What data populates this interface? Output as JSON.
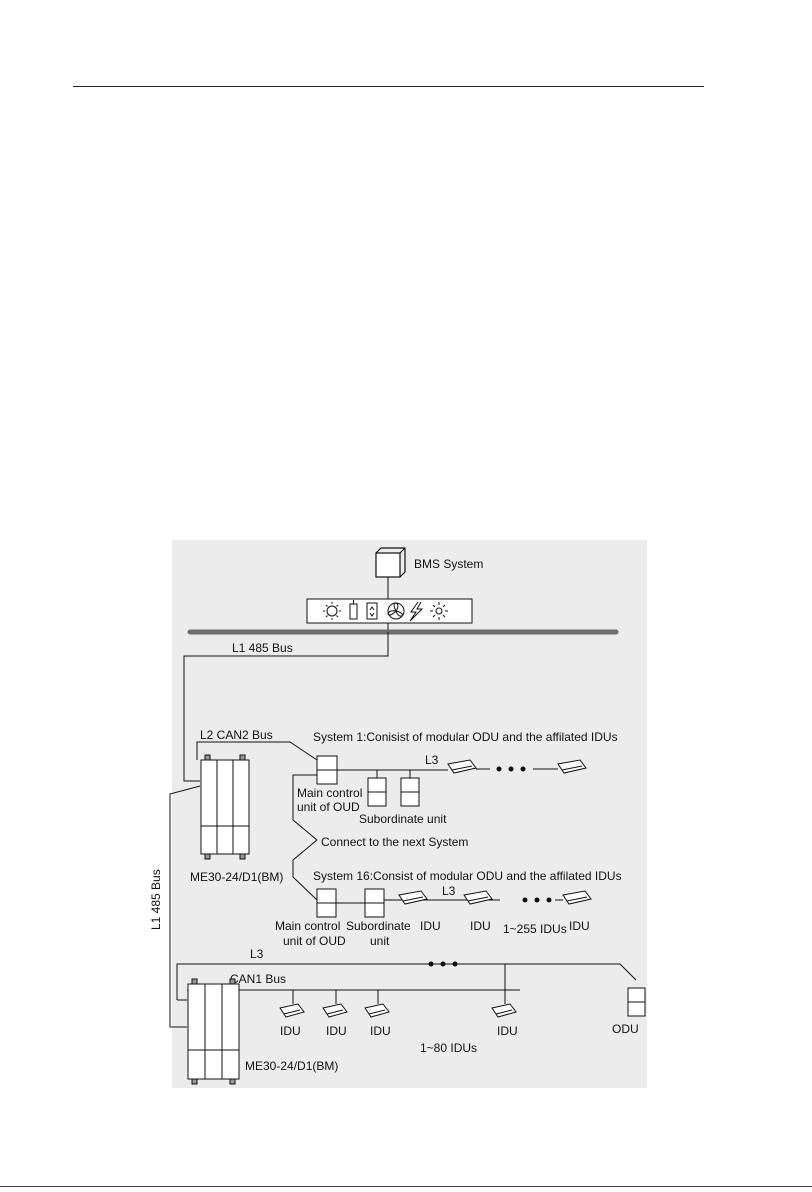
{
  "labels": {
    "bms": "BMS System",
    "l1_bus_top": "L1 485 Bus",
    "l2_bus": "L2 CAN2 Bus",
    "system1": "System 1:Conisist of modular ODU and the affilated IDUs",
    "l3_sys1": "L3",
    "main_control_1a": "Main control",
    "main_control_1b": "unit of OUD",
    "subordinate_1": "Subordinate unit",
    "connect_next": "Connect to the next System",
    "gateway_1": "ME30-24/D1(BM)",
    "l1_bus_side": "L1 485 Bus",
    "system16": "System 16:Consist of modular ODU and the affilated IDUs",
    "l3_sys16": "L3",
    "main_control_16a": "Main control",
    "main_control_16b": "unit of OUD",
    "subordinate_16a": "Subordinate",
    "subordinate_16b": "unit",
    "idu_16_1": "IDU",
    "idu_16_2": "IDU",
    "idu_range_16": "1~255 IDUs",
    "idu_16_3": "IDU",
    "l3_bottom": "L3",
    "can1_bus": "CAN1 Bus",
    "idu_b1": "IDU",
    "idu_b2": "IDU",
    "idu_b3": "IDU",
    "idu_b4": "IDU",
    "odu_b": "ODU",
    "idu_range_b": "1~80 IDUs",
    "gateway_2": "ME30-24/D1(BM)"
  },
  "icons": [
    "sun-icon",
    "thermometer-icon",
    "switch-icon",
    "fan-icon",
    "lightning-icon",
    "light-icon"
  ]
}
